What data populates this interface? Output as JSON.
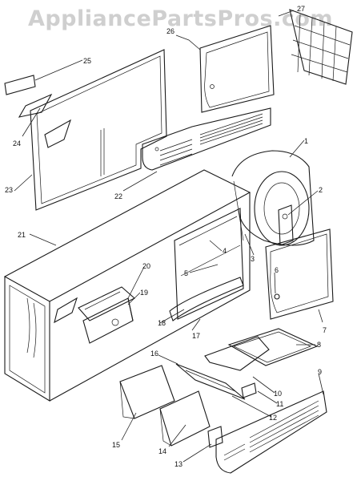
{
  "watermark": "AppliancePartsPros.com",
  "callouts": [
    {
      "id": "1",
      "label": "1"
    },
    {
      "id": "2",
      "label": "2"
    },
    {
      "id": "3",
      "label": "3"
    },
    {
      "id": "4",
      "label": "4"
    },
    {
      "id": "5",
      "label": "5"
    },
    {
      "id": "6",
      "label": "6"
    },
    {
      "id": "7",
      "label": "7"
    },
    {
      "id": "8",
      "label": "8"
    },
    {
      "id": "9",
      "label": "9"
    },
    {
      "id": "10",
      "label": "10"
    },
    {
      "id": "11",
      "label": "11"
    },
    {
      "id": "12",
      "label": "12"
    },
    {
      "id": "13",
      "label": "13"
    },
    {
      "id": "14",
      "label": "14"
    },
    {
      "id": "15",
      "label": "15"
    },
    {
      "id": "16",
      "label": "16"
    },
    {
      "id": "17",
      "label": "17"
    },
    {
      "id": "18",
      "label": "18"
    },
    {
      "id": "19",
      "label": "19"
    },
    {
      "id": "20",
      "label": "20"
    },
    {
      "id": "21",
      "label": "21"
    },
    {
      "id": "22",
      "label": "22"
    },
    {
      "id": "23",
      "label": "23"
    },
    {
      "id": "24",
      "label": "24"
    },
    {
      "id": "25",
      "label": "25"
    },
    {
      "id": "26",
      "label": "26"
    },
    {
      "id": "27",
      "label": "27"
    }
  ]
}
